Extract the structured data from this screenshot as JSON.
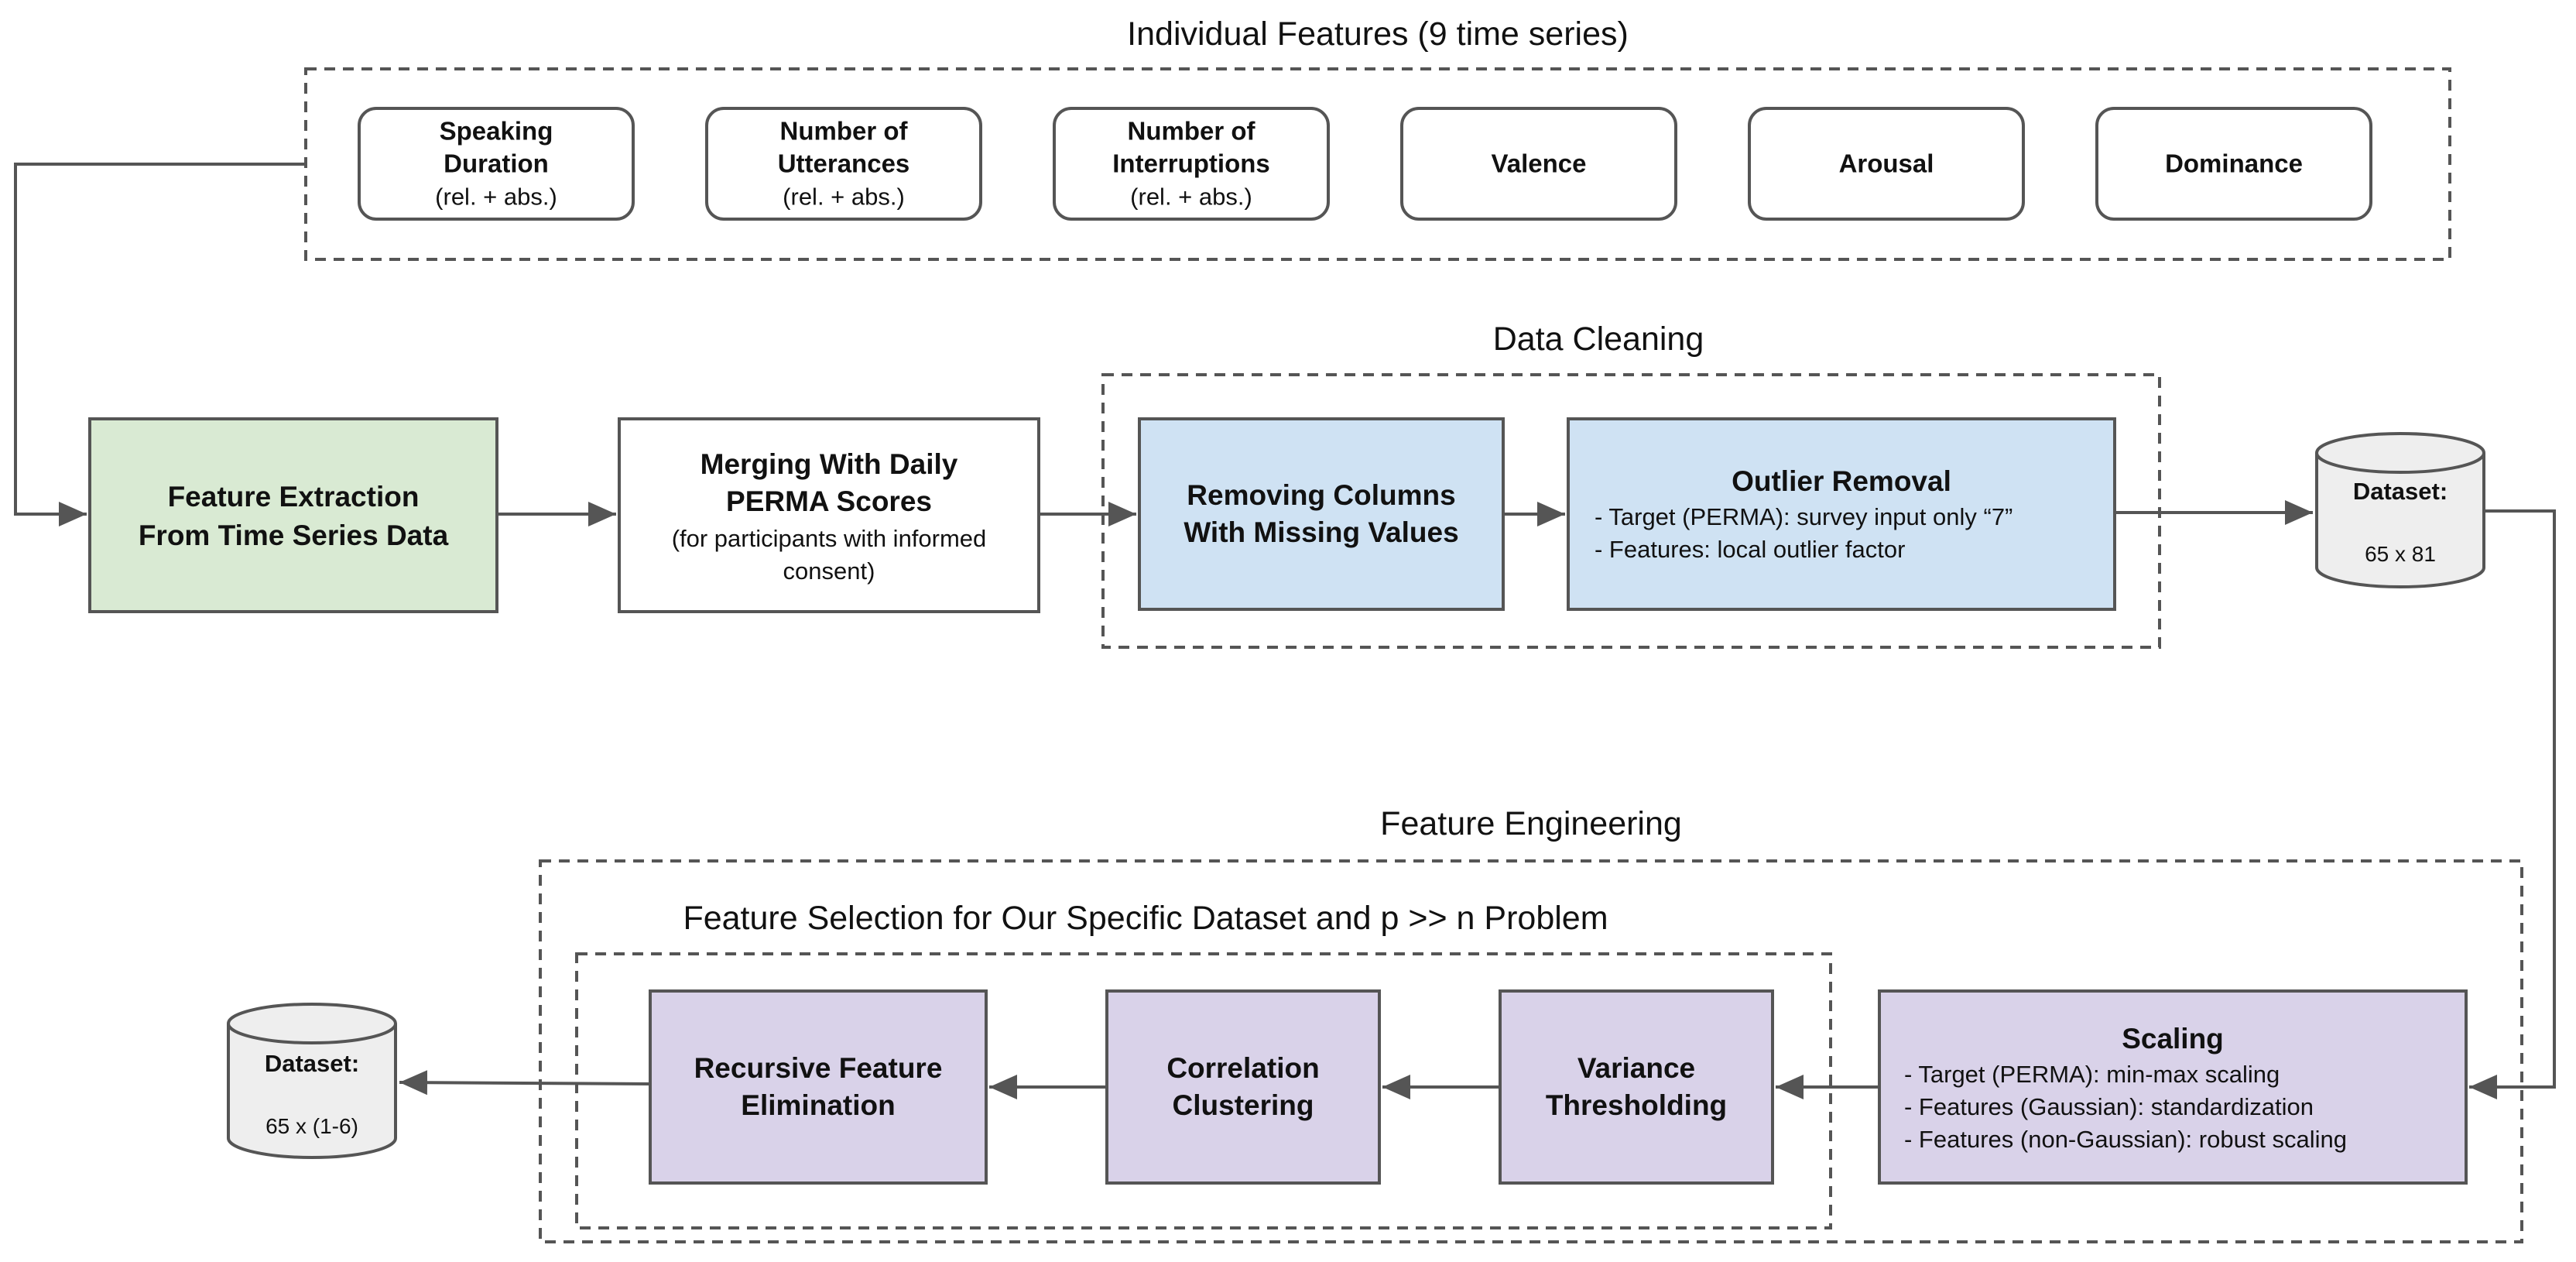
{
  "groups": {
    "individual_features": "Individual Features (9 time series)",
    "data_cleaning": "Data Cleaning",
    "feature_engineering": "Feature Engineering",
    "feature_selection": "Feature Selection for Our Specific Dataset and p >> n Problem"
  },
  "features": [
    {
      "title": [
        "Speaking",
        "Duration"
      ],
      "sub": "(rel. + abs.)"
    },
    {
      "title": [
        "Number of",
        "Utterances"
      ],
      "sub": "(rel. + abs.)"
    },
    {
      "title": [
        "Number of",
        "Interruptions"
      ],
      "sub": "(rel. + abs.)"
    },
    {
      "title": [
        "Valence"
      ],
      "sub": ""
    },
    {
      "title": [
        "Arousal"
      ],
      "sub": ""
    },
    {
      "title": [
        "Dominance"
      ],
      "sub": ""
    }
  ],
  "nodes": {
    "feature_extraction": {
      "title": [
        "Feature Extraction",
        "From Time Series Data"
      ]
    },
    "merging": {
      "title": [
        "Merging With Daily",
        "PERMA Scores"
      ],
      "sub": [
        "(for participants with informed",
        "consent)"
      ]
    },
    "removing_columns": {
      "title": [
        "Removing Columns",
        "With Missing Values"
      ]
    },
    "outlier_removal": {
      "title": "Outlier Removal",
      "bullets": [
        "- Target (PERMA): survey input only “7”",
        "- Features: local outlier factor"
      ]
    },
    "dataset_1": {
      "label": "Dataset:",
      "value": "65 x 81"
    },
    "scaling": {
      "title": "Scaling",
      "bullets": [
        "- Target (PERMA): min-max scaling",
        "- Features (Gaussian): standardization",
        "- Features (non-Gaussian): robust scaling"
      ]
    },
    "variance_thresholding": {
      "title": [
        "Variance",
        "Thresholding"
      ]
    },
    "correlation_clustering": {
      "title": [
        "Correlation",
        "Clustering"
      ]
    },
    "recursive_feature_elimination": {
      "title": [
        "Recursive Feature",
        "Elimination"
      ]
    },
    "dataset_2": {
      "label": "Dataset:",
      "value": "65 x (1-6)"
    }
  },
  "colors": {
    "green": "#d9ead3",
    "blue": "#cfe2f3",
    "purple": "#d9d2e9",
    "cylinder": "#eeeeee",
    "stroke": "#555555",
    "text": "#111111"
  }
}
